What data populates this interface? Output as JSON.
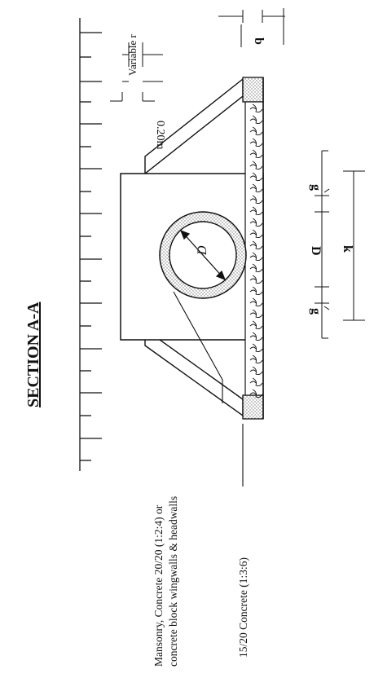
{
  "title": "SECTION A-A",
  "labels": {
    "variable": "Variable r",
    "thickness": "0.20m",
    "pipe_inner": "D",
    "b": "b",
    "g_left": "g",
    "g_right": "g",
    "D": "D",
    "k": "k",
    "note_masonry_line1": "Mansonry, Concrete 20/20  (1:2:4) or",
    "note_masonry_line2": "concrete block wingwalls & headwalls",
    "note_base": "15/20 Concrete (1:3:6)"
  },
  "colors": {
    "ink": "#111111",
    "paper": "#ffffff",
    "stipple": "#777777"
  }
}
